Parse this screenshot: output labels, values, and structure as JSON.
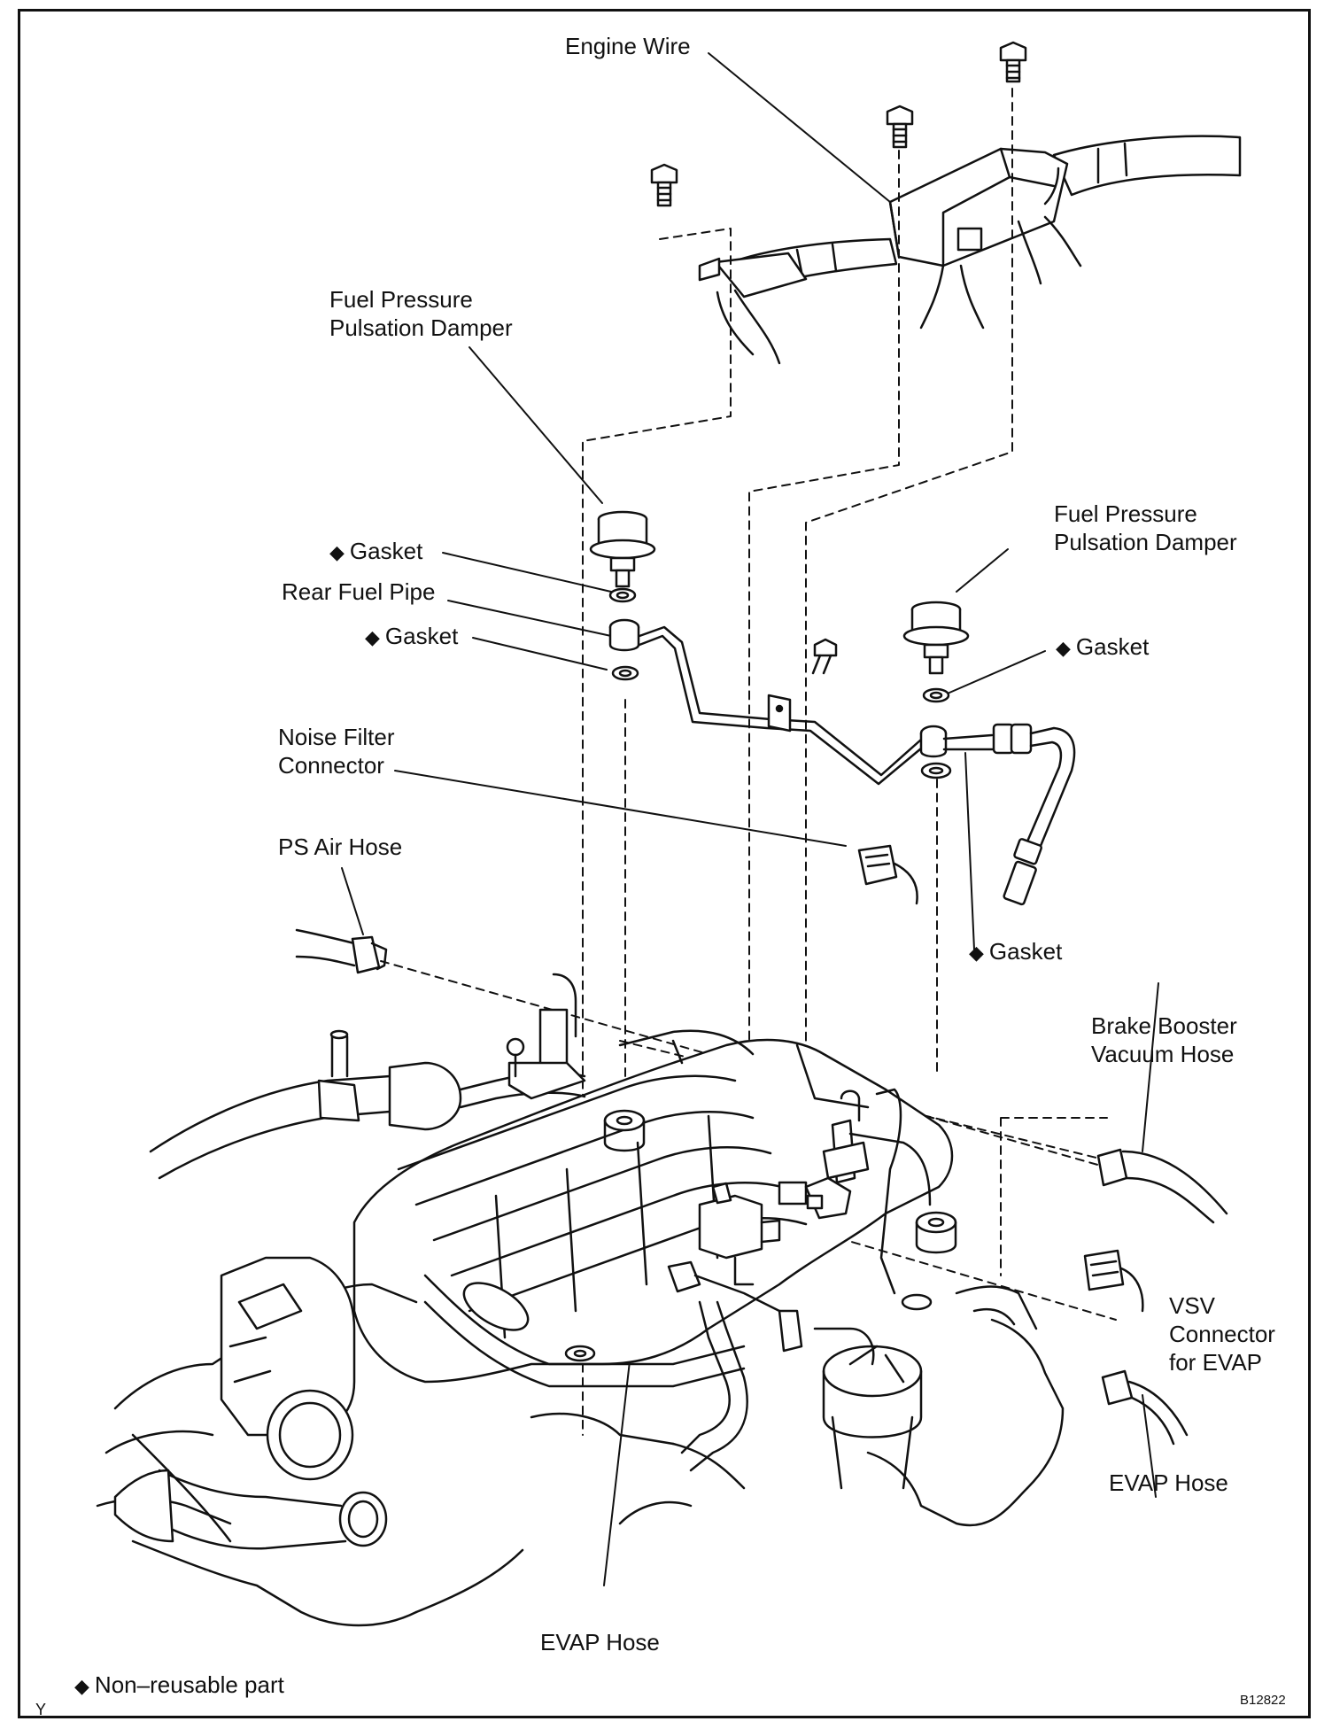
{
  "labels": {
    "engine_wire": "Engine Wire",
    "damper_left_line1": "Fuel Pressure",
    "damper_left_line2": "Pulsation Damper",
    "damper_right_line1": "Fuel Pressure",
    "damper_right_line2": "Pulsation Damper",
    "gasket_1": "Gasket",
    "rear_fuel_pipe": "Rear Fuel Pipe",
    "gasket_2": "Gasket",
    "gasket_right": "Gasket",
    "noise_filter_line1": "Noise Filter",
    "noise_filter_line2": "Connector",
    "ps_air_hose": "PS Air Hose",
    "gasket_lower": "Gasket",
    "brake_booster_line1": "Brake Booster",
    "brake_booster_line2": "Vacuum Hose",
    "vsv_line1": "VSV",
    "vsv_line2": "Connector",
    "vsv_line3": "for EVAP",
    "evap_hose_right": "EVAP Hose",
    "evap_hose_bottom": "EVAP Hose"
  },
  "legend": {
    "symbol": "◆",
    "text": "Non–reusable part"
  },
  "corner_mark": "Y",
  "figure_code": "B12822"
}
